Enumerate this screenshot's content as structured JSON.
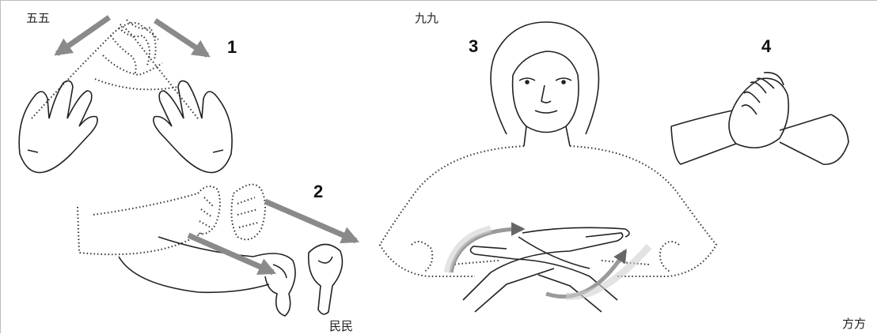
{
  "captions": {
    "top_left": "五五",
    "top_center": "九九",
    "bottom_middle": "民民",
    "bottom_right": "方方"
  },
  "steps": [
    "1",
    "2",
    "3",
    "4"
  ],
  "colors": {
    "line": "#222222",
    "dotted": "#333333",
    "arrow": "#8a8a8a",
    "frame": "#bdbdbd"
  }
}
